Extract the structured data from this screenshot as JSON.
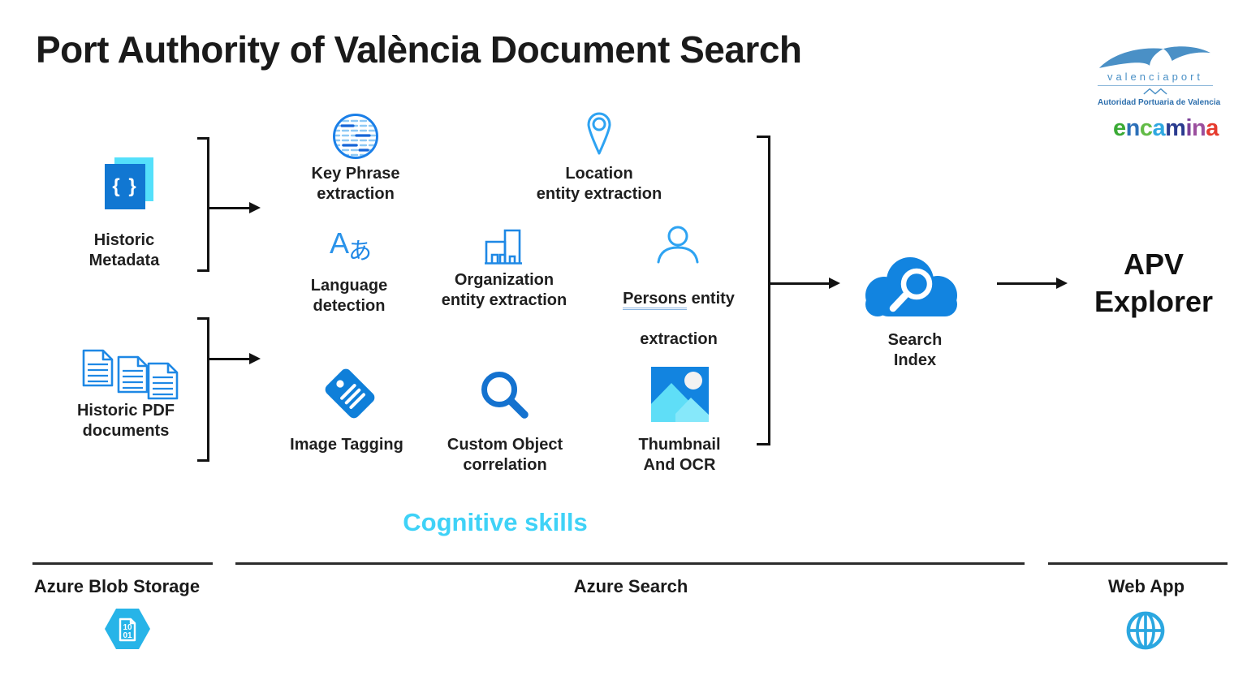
{
  "title": "Port Authority of València Document Search",
  "logos": {
    "valenciaport_name": "valenciaport",
    "valenciaport_subtitle": "Autoridad Portuaria de Valencia",
    "encamina_letters": [
      {
        "ch": "e",
        "color": "#3aaa35"
      },
      {
        "ch": "n",
        "color": "#2d70b8"
      },
      {
        "ch": "c",
        "color": "#62bb46"
      },
      {
        "ch": "a",
        "color": "#2fa8e1"
      },
      {
        "ch": "m",
        "color": "#2a3b8f"
      },
      {
        "ch": "i",
        "color": "#7d4199"
      },
      {
        "ch": "n",
        "color": "#9b4f9e"
      },
      {
        "ch": "a",
        "color": "#e63b2e"
      }
    ]
  },
  "sources": {
    "metadata_label": "Historic\nMetadata",
    "braces": "{ }",
    "pdf_label": "Historic PDF\ndocuments"
  },
  "skills": {
    "key_phrase": "Key Phrase\nextraction",
    "location": "Location\nentity extraction",
    "language": "Language\ndetection",
    "language_glyph_a": "A",
    "language_glyph_hira": "あ",
    "organization": "Organization\nentity extraction",
    "persons_word": "Persons",
    "persons_rest": "entity",
    "persons_line2": "extraction",
    "image_tagging": "Image Tagging",
    "custom_object": "Custom Object\ncorrelation",
    "thumbnail": "Thumbnail\nAnd OCR"
  },
  "cognitive_skills_label": "Cognitive skills",
  "search_index_label": "Search\nIndex",
  "apv_explorer_label": "APV\nExplorer",
  "footer": {
    "blob_label": "Azure Blob Storage",
    "search_label": "Azure Search",
    "webapp_label": "Web App",
    "hex_line1": "10",
    "hex_line2": "01"
  },
  "colors": {
    "azure_blue_fill": "#0f7fd9",
    "icon_outline_blue": "#1e88e5",
    "cyan_accent": "#54e0fb",
    "cognitive_label": "#3fd2f7",
    "hexagon_cyan": "#27b4e8",
    "globe_blue": "#2ba7e0",
    "valenciaport_blue": "#4a90c6"
  }
}
